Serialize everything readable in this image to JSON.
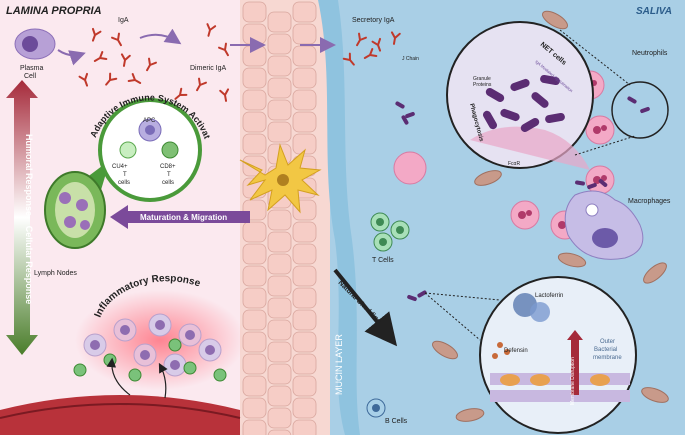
{
  "regions": {
    "lamina_propria": "LAMINA PROPRIA",
    "saliva": "SALIVA",
    "mucin_layer": "MUCIN LAYER"
  },
  "labels": {
    "igA": "IgA",
    "plasma_cell_line1": "Plasma",
    "plasma_cell_line2": "Cell",
    "dimeric_iga": "Dimeric IgA",
    "secretory_iga": "Secretory IgA",
    "j_chain": "J Chain",
    "neutrophils": "Neutrophils",
    "macrophages": "Macrophages",
    "t_cells": "T Cells",
    "b_cells": "B Cells",
    "lymph_nodes": "Lymph Nodes",
    "maturation_migration": "Maturation & Migration",
    "adaptive_title": "Adaptive Immune System Activation",
    "apc": "APC",
    "cd4_line1": "CU4+",
    "cd4_line2": "T",
    "cd4_line3": "cells",
    "cd8_line1": "CD8+",
    "cd8_line2": "T",
    "cd8_line3": "cells",
    "humoral_response": "Humoral Response",
    "cellular_response": "Cellular Response",
    "inflammatory_response": "Inflammatory Response",
    "natural_shedding": "Natural Shedding",
    "net_cells": "NET cells",
    "granule_proteins_line1": "Granule",
    "granule_proteins_line2": "Proteins",
    "phagocytosis": "Phagocytosis",
    "fcar": "FcαR",
    "lactoferrin": "Lactoferrin",
    "defensin": "Defensin",
    "outer_membrane_line1": "Outer",
    "outer_membrane_line2": "Bacterial",
    "outer_membrane_line3": "membrane",
    "membrane_disruption": "Membrane Disruption",
    "extra_net_note": "IgA Mediated Agglutination"
  },
  "colors": {
    "left_bg": "#fbe9ef",
    "right_bg": "#a9cfe6",
    "epithelium": "#f4cdc8",
    "mucin": "#8fc3df",
    "purple_arrow": "#7b4a9a",
    "igA_red": "#c0392b",
    "green_arrow": "#4a7d2a",
    "red_arrow": "#a52a3a",
    "bacteria": "#5b2d73",
    "neutrophil": "#f3a9c6"
  }
}
